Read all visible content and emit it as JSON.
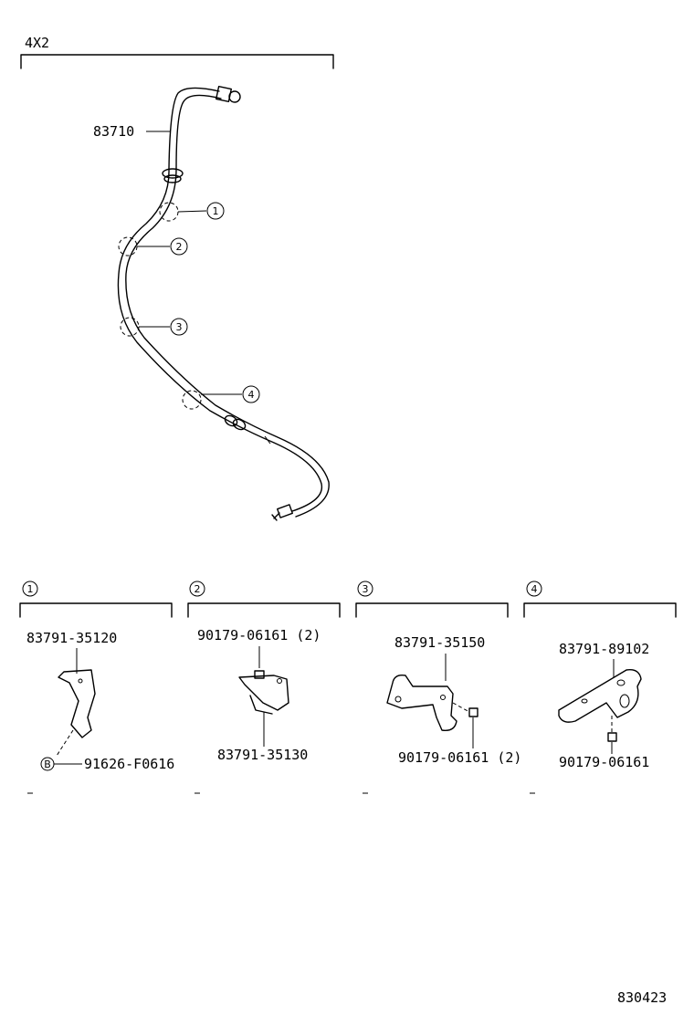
{
  "title_label": "4X2",
  "main_part": "83710",
  "callouts": [
    "1",
    "2",
    "3",
    "4"
  ],
  "section_headers": [
    "1",
    "2",
    "3",
    "4"
  ],
  "details": [
    {
      "parts": [
        "83791-35120",
        "91626-F0616"
      ],
      "bolt_marker": "B"
    },
    {
      "parts": [
        "90179-06161 (2)",
        "83791-35130"
      ]
    },
    {
      "parts": [
        "83791-35150",
        "90179-06161 (2)"
      ]
    },
    {
      "parts": [
        "83791-89102",
        "90179-06161"
      ]
    }
  ],
  "figure_code": "830423"
}
